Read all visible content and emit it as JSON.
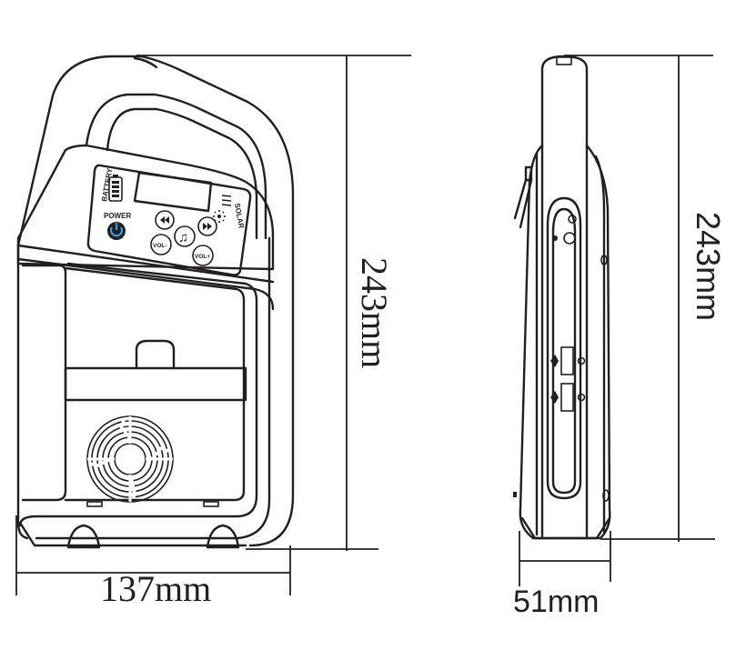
{
  "front_view": {
    "panel": {
      "battery_label": "BATTERY",
      "power_label": "POWER",
      "solar_label": "SOLAR",
      "buttons": [
        {
          "name": "previous",
          "label": "◂◂"
        },
        {
          "name": "next",
          "label": "▸▸"
        },
        {
          "name": "music",
          "label": "♫"
        },
        {
          "name": "vol-down",
          "label": "VOL-"
        },
        {
          "name": "vol-up",
          "label": "VOL+"
        }
      ],
      "power_color": "#3a9ad9"
    },
    "width_dimension": "137mm",
    "height_dimension": "243mm"
  },
  "side_view": {
    "depth_dimension": "51mm",
    "height_dimension": "243mm"
  },
  "colors": {
    "line": "#231f20",
    "background": "#ffffff",
    "accent": "#3a9ad9"
  }
}
